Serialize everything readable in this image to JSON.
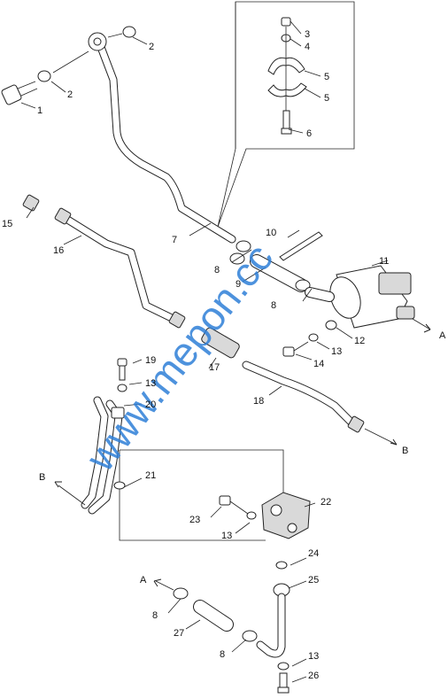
{
  "callouts": [
    {
      "id": "c1",
      "text": "1"
    },
    {
      "id": "c2a",
      "text": "2"
    },
    {
      "id": "c2b",
      "text": "2"
    },
    {
      "id": "c3",
      "text": "3"
    },
    {
      "id": "c4",
      "text": "4"
    },
    {
      "id": "c5a",
      "text": "5"
    },
    {
      "id": "c5b",
      "text": "5"
    },
    {
      "id": "c6",
      "text": "6"
    },
    {
      "id": "c7",
      "text": "7"
    },
    {
      "id": "c8a",
      "text": "8"
    },
    {
      "id": "c8b",
      "text": "8"
    },
    {
      "id": "c8c",
      "text": "8"
    },
    {
      "id": "c8d",
      "text": "8"
    },
    {
      "id": "c9",
      "text": "9"
    },
    {
      "id": "c10",
      "text": "10"
    },
    {
      "id": "c11",
      "text": "11"
    },
    {
      "id": "c12",
      "text": "12"
    },
    {
      "id": "c13a",
      "text": "13"
    },
    {
      "id": "c13b",
      "text": "13"
    },
    {
      "id": "c13c",
      "text": "13"
    },
    {
      "id": "c13d",
      "text": "13"
    },
    {
      "id": "c14",
      "text": "14"
    },
    {
      "id": "c15",
      "text": "15"
    },
    {
      "id": "c16",
      "text": "16"
    },
    {
      "id": "c17",
      "text": "17"
    },
    {
      "id": "c18",
      "text": "18"
    },
    {
      "id": "c19",
      "text": "19"
    },
    {
      "id": "c20",
      "text": "20"
    },
    {
      "id": "c21",
      "text": "21"
    },
    {
      "id": "c22",
      "text": "22"
    },
    {
      "id": "c23",
      "text": "23"
    },
    {
      "id": "c24",
      "text": "24"
    },
    {
      "id": "c25",
      "text": "25"
    },
    {
      "id": "c26",
      "text": "26"
    },
    {
      "id": "c27",
      "text": "27"
    }
  ],
  "flow_markers": {
    "a_right": "A",
    "b_right": "B",
    "b_left": "B",
    "a_left": "A"
  },
  "watermark": "www.mepon.cc"
}
